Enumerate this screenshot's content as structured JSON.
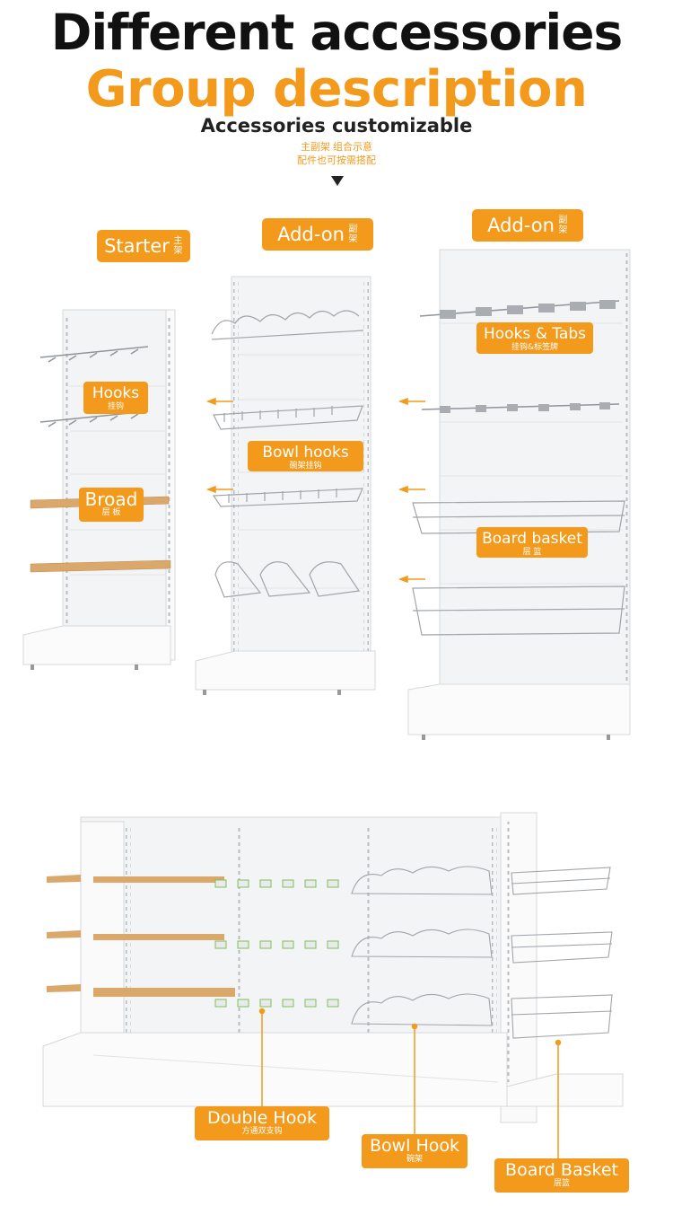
{
  "header": {
    "title_line1": "Different accessories",
    "title_line2": "Group description",
    "subtitle": "Accessories customizable",
    "cn_line1": "主副架 组合示意",
    "cn_line2": "配件也可按需搭配"
  },
  "units": {
    "starter": {
      "label": "Starter",
      "cn": "主架"
    },
    "addon1": {
      "label": "Add-on",
      "cn": "副架"
    },
    "addon2": {
      "label": "Add-on",
      "cn": "副架"
    }
  },
  "labels": {
    "hooks": {
      "label": "Hooks",
      "cn": "挂钩"
    },
    "broad": {
      "label": "Broad",
      "cn": "层 板"
    },
    "bowl_hooks": {
      "label": "Bowl hooks",
      "cn": "碗架挂钩"
    },
    "hooks_tabs": {
      "label": "Hooks & Tabs",
      "cn": "挂钩&标签牌"
    },
    "board_basket": {
      "label": "Board basket",
      "cn": "层 篮"
    },
    "double_hook": {
      "label": "Double Hook",
      "cn": "方通双支钩"
    },
    "bowl_hook": {
      "label": "Bowl Hook",
      "cn": "碗架"
    },
    "board_basket_2": {
      "label": "Board Basket",
      "cn": "层篮"
    }
  },
  "colors": {
    "accent": "#f39a1c",
    "title": "#111111",
    "wood": "#d9a86a",
    "panel": "#f5f6f7"
  }
}
